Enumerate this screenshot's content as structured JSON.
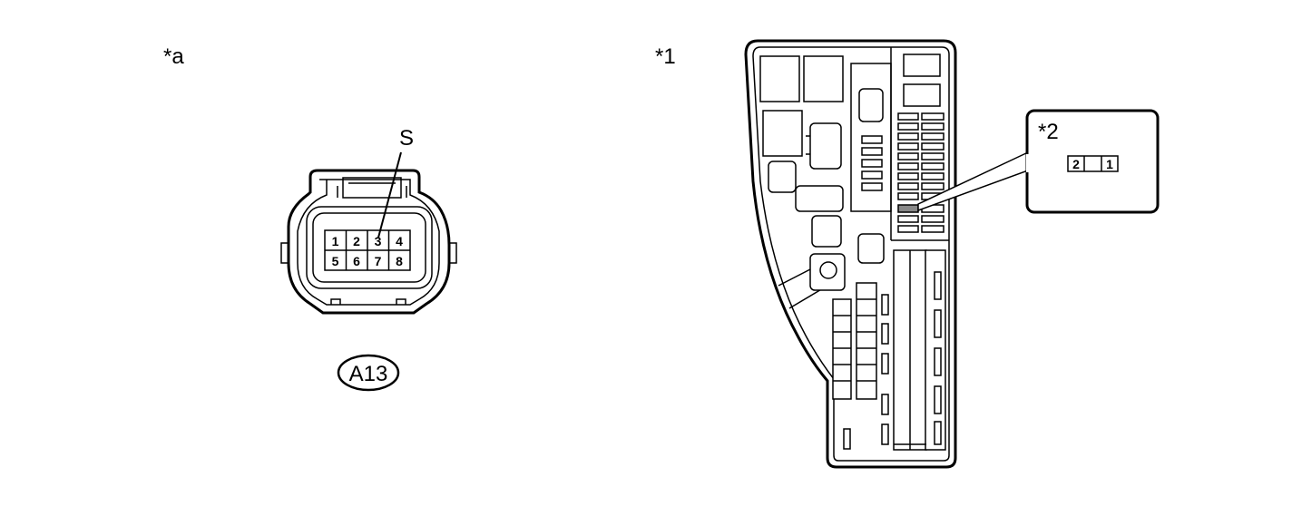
{
  "labels": {
    "connector_view": "*a",
    "component": "*1",
    "detail": "*2",
    "terminal_marker": "S",
    "connector_id": "A13"
  },
  "connector_pins": {
    "top_row": [
      "1",
      "2",
      "3",
      "4"
    ],
    "bottom_row": [
      "5",
      "6",
      "7",
      "8"
    ]
  },
  "detail_pins": [
    "2",
    "1"
  ]
}
